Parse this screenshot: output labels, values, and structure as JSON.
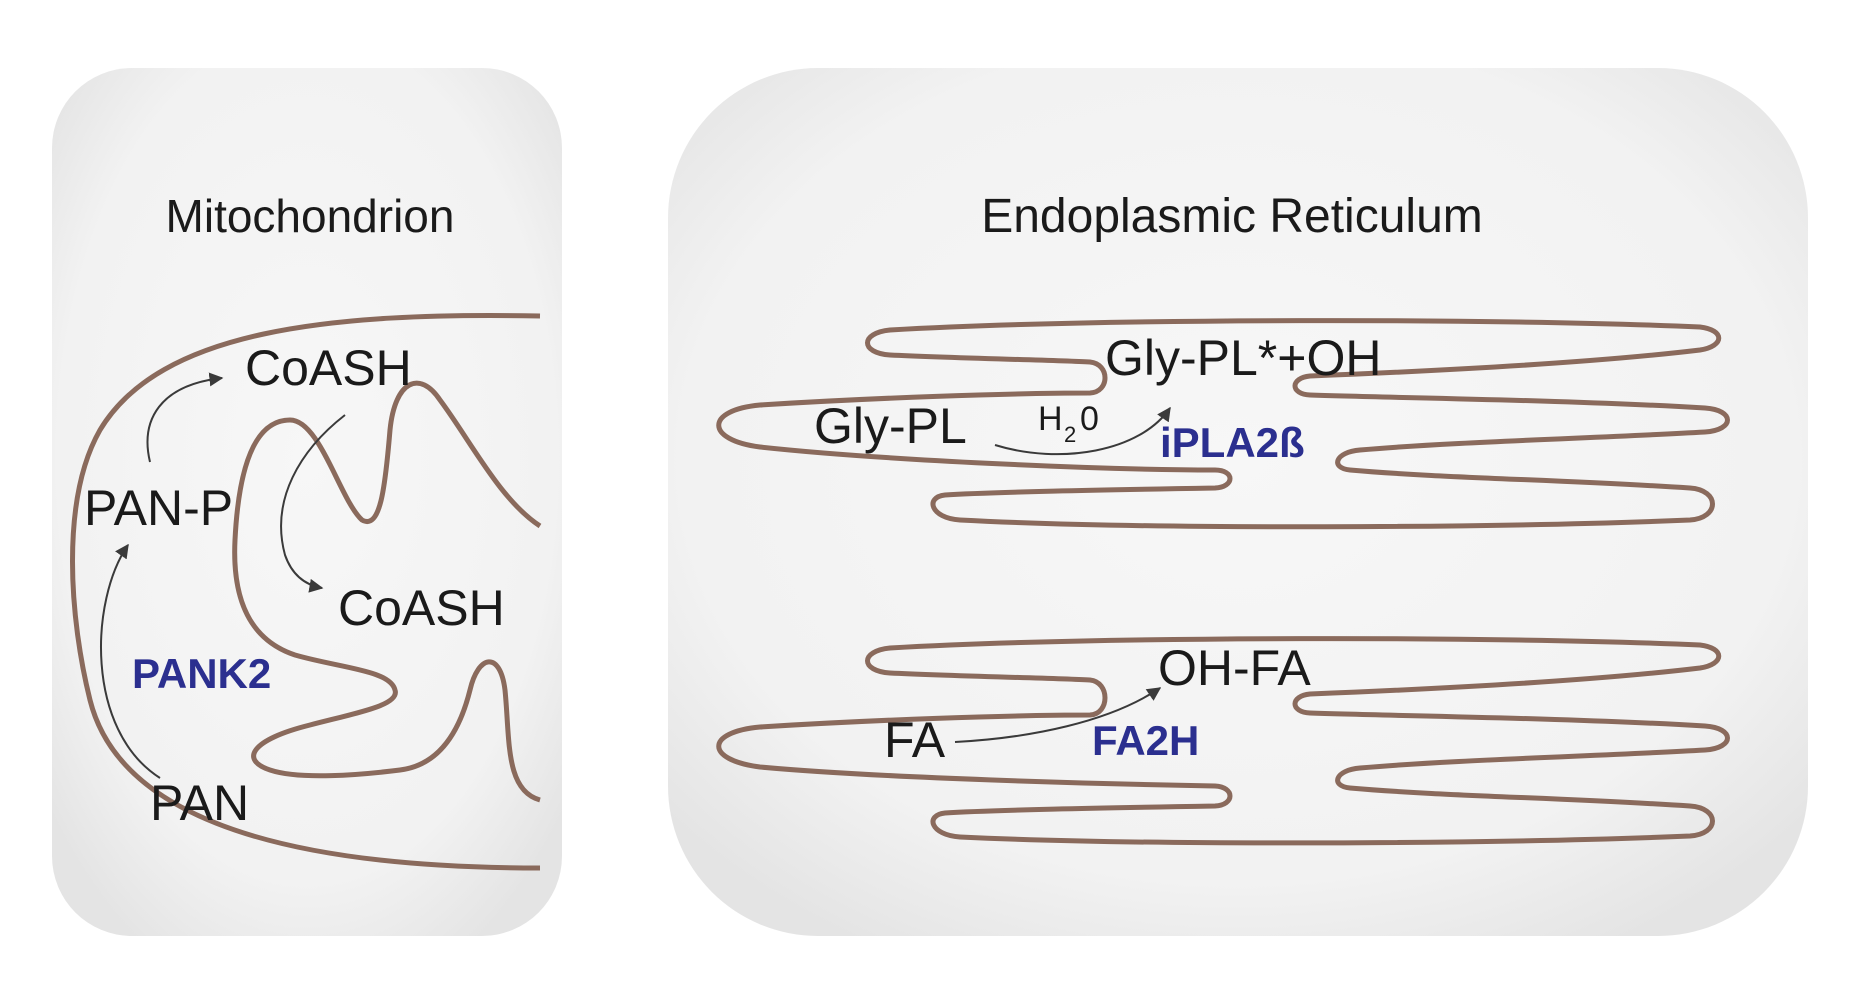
{
  "colors": {
    "membrane": "#8a6a5c",
    "enzyme": "#2b2f8f",
    "text": "#1a1a1a",
    "arrow": "#3a3a3a",
    "panel_inner": "#f7f7f7",
    "panel_edge": "#e6e6e6"
  },
  "mitochondrion": {
    "title": "Mitochondrion",
    "coash_top": "CoASH",
    "pan_p": "PAN-P",
    "coash_inner": "CoASH",
    "enzyme": "PANK2",
    "pan": "PAN"
  },
  "er": {
    "title": "Endoplasmic Reticulum",
    "product_1": "Gly-PL*+OH",
    "substrate_1": "Gly-PL",
    "water_h": "H",
    "water_sub": "2",
    "water_o": "0",
    "enzyme_1": "iPLA2ß",
    "product_2": "OH-FA",
    "substrate_2": "FA",
    "enzyme_2": "FA2H"
  }
}
